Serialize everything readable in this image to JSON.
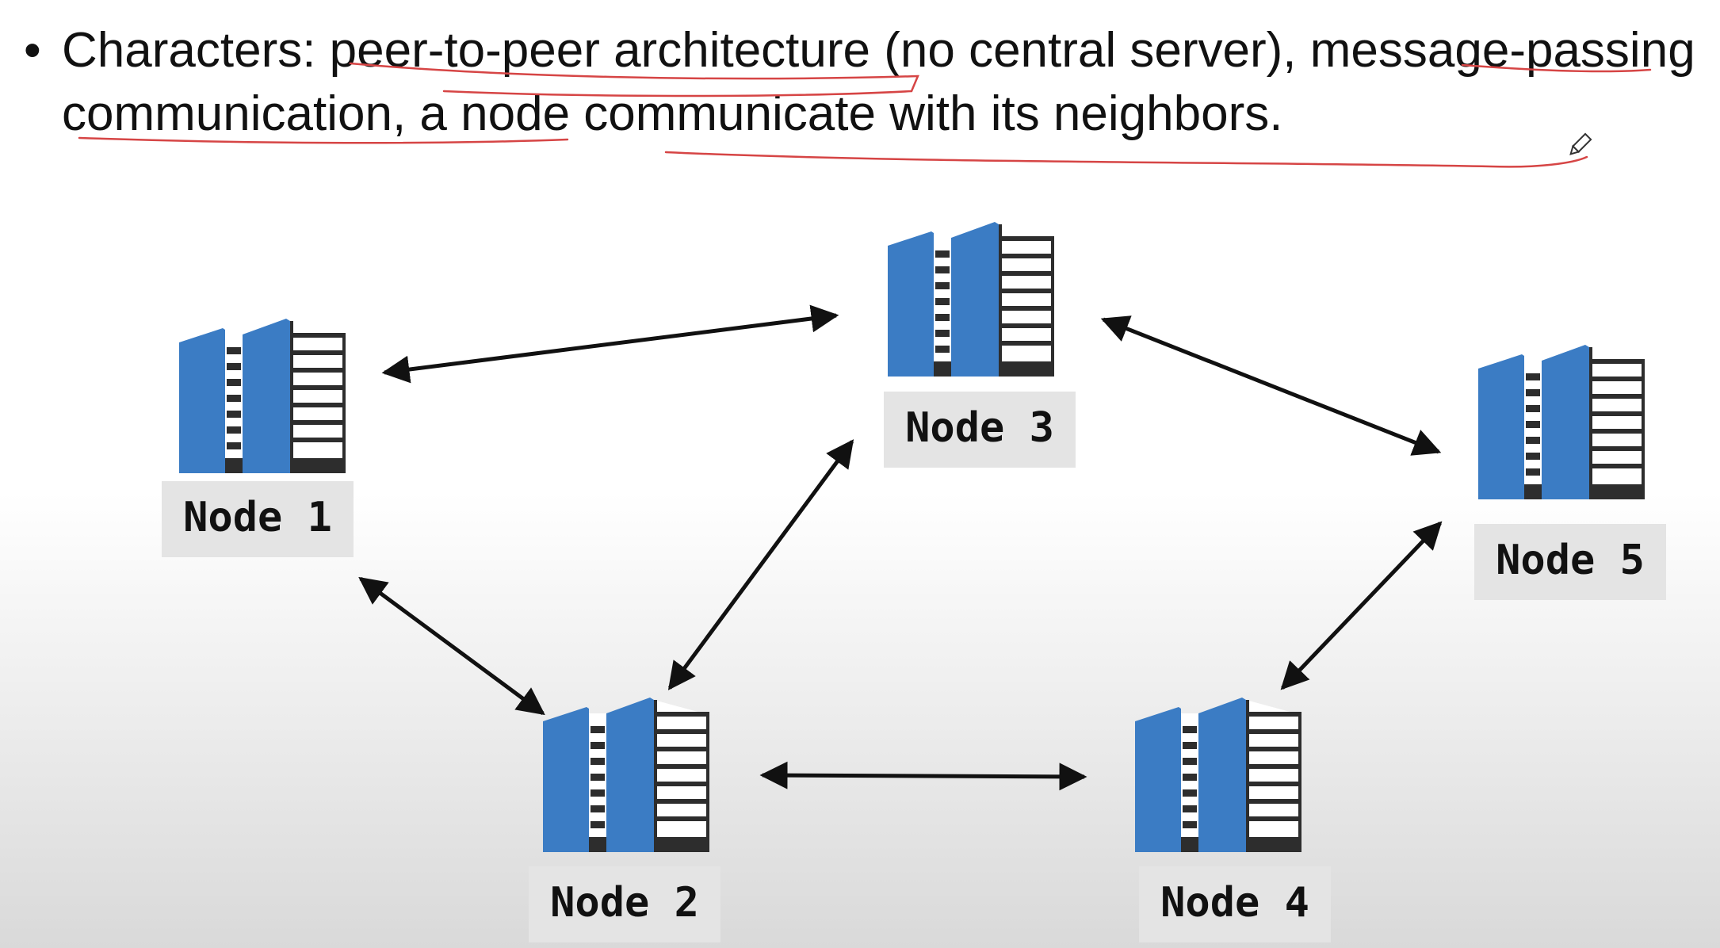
{
  "bullet": {
    "lead": "Characters: ",
    "segments": [
      "peer-to-peer architecture",
      " (no central server), ",
      "message-passing communication",
      ", ",
      "a node communicate with its neighbors",
      "."
    ]
  },
  "annotation": {
    "underline_color": "#d64545",
    "icon": "pencil-cursor-icon"
  },
  "colors": {
    "building_blue": "#3b7cc4",
    "building_dark": "#2d2d2d",
    "label_bg": "#e4e4e4"
  },
  "nodes": [
    {
      "id": "node1",
      "label": "Node 1"
    },
    {
      "id": "node2",
      "label": "Node 2"
    },
    {
      "id": "node3",
      "label": "Node 3"
    },
    {
      "id": "node4",
      "label": "Node 4"
    },
    {
      "id": "node5",
      "label": "Node 5"
    }
  ],
  "edges": [
    [
      "node1",
      "node3"
    ],
    [
      "node1",
      "node2"
    ],
    [
      "node2",
      "node3"
    ],
    [
      "node2",
      "node4"
    ],
    [
      "node3",
      "node5"
    ],
    [
      "node4",
      "node5"
    ]
  ]
}
